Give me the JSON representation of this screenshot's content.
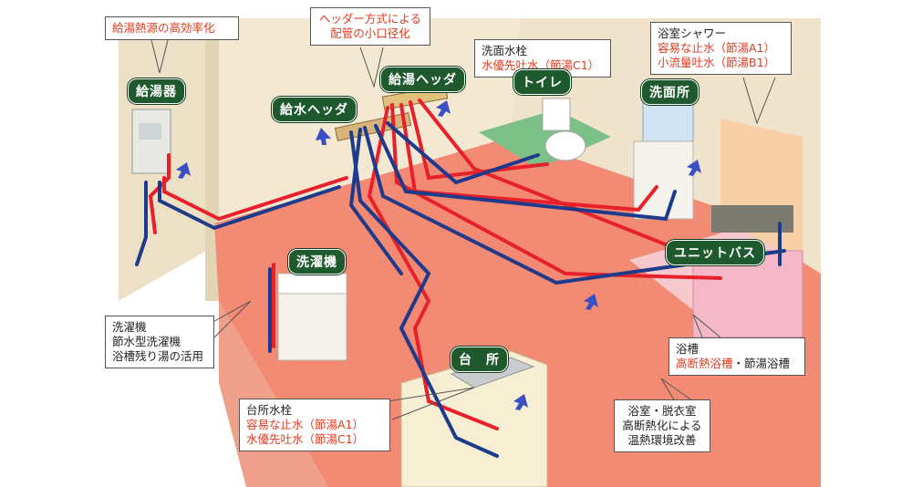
{
  "room_tags": {
    "water_heater": "給湯器",
    "water_header": "給水ヘッダ",
    "hot_water_header": "給湯ヘッダ",
    "toilet": "トイレ",
    "washroom": "洗面所",
    "washing_machine": "洗濯機",
    "unit_bath": "ユニットバス",
    "kitchen": "台　所"
  },
  "callouts": {
    "heat_source": {
      "lines": [
        "給湯熱源の高効率化"
      ]
    },
    "header_system": {
      "lines": [
        "ヘッダー方式による",
        "配管の小口径化"
      ]
    },
    "washbasin_faucet": {
      "line1": "洗面水栓",
      "line2": "水優先吐水（節湯C1）"
    },
    "shower": {
      "line1": "浴室シャワー",
      "line2": "容易な止水（節湯A1）",
      "line3": "小流量吐水（節湯B1）"
    },
    "washing_machine": {
      "line1": "洗濯機",
      "line2": "節水型洗濯機",
      "line3": "浴槽残り湯の活用"
    },
    "bathtub": {
      "line1": "浴槽",
      "line2_red": "高断熱浴槽",
      "line2_black": "・節湯浴槽"
    },
    "kitchen_faucet": {
      "line1": "台所水栓",
      "line2": "容易な止水（節湯A1）",
      "line3": "水優先吐水（節湯C1）"
    },
    "bathroom_insulation": {
      "line1": "浴室・脱衣室",
      "line2": "高断熱化による",
      "line3": "温熱環境改善"
    }
  },
  "colors": {
    "hot_pipe": "#e8202a",
    "cold_pipe": "#1e3a8c",
    "floor": "#f28872",
    "wall": "#f2e6cf",
    "tag_bg": "#1f5a2e",
    "arrow": "#3a4fc4",
    "accent_red_text": "#e03a1e"
  }
}
